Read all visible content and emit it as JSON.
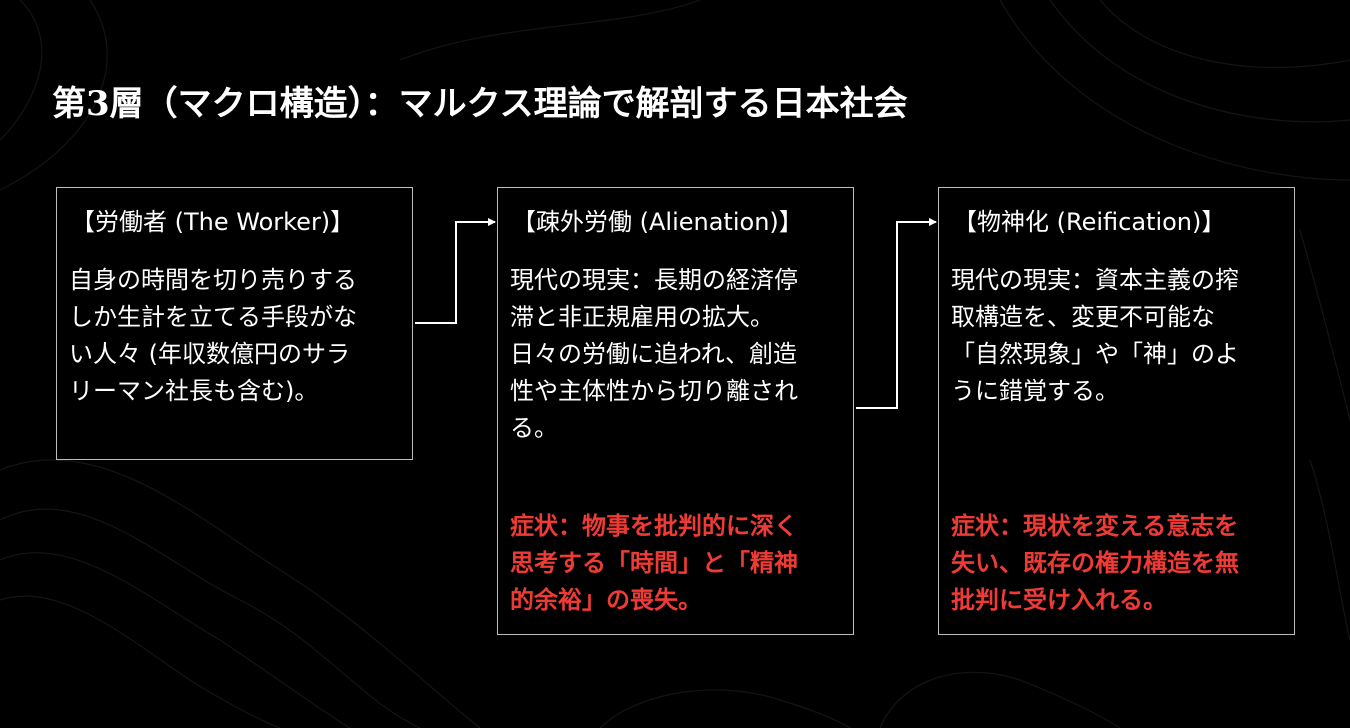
{
  "title": "第3層（マクロ構造）：マルクス理論で解剖する日本社会",
  "colors": {
    "background": "#000000",
    "border": "#bdbdbd",
    "symptom": "#ee3b36",
    "text": "#ffffff"
  },
  "boxes": [
    {
      "header": "【労働者 (The Worker)】",
      "body": [
        "自身の時間を切り売りする",
        "しか生計を立てる手段がな",
        "い人々 (年収数億円のサラ",
        "リーマン社長も含む)。"
      ]
    },
    {
      "header": "【疎外労働 (Alienation)】",
      "body": [
        "現代の現実：長期の経済停",
        "滞と非正規雇用の拡大。",
        "日々の労働に追われ、創造",
        "性や主体性から切り離され",
        "る。"
      ],
      "symptom": [
        "症状：物事を批判的に深く",
        "思考する「時間」と「精神",
        "的余裕」の喪失。"
      ]
    },
    {
      "header": "【物神化 (Reification)】",
      "body": [
        "現代の現実：資本主義の搾",
        "取構造を、変更不可能な",
        "「自然現象」や「神」のよ",
        "うに錯覚する。"
      ],
      "symptom": [
        "症状：現状を変える意志を",
        "失い、既存の権力構造を無",
        "批判に受け入れる。"
      ]
    }
  ]
}
